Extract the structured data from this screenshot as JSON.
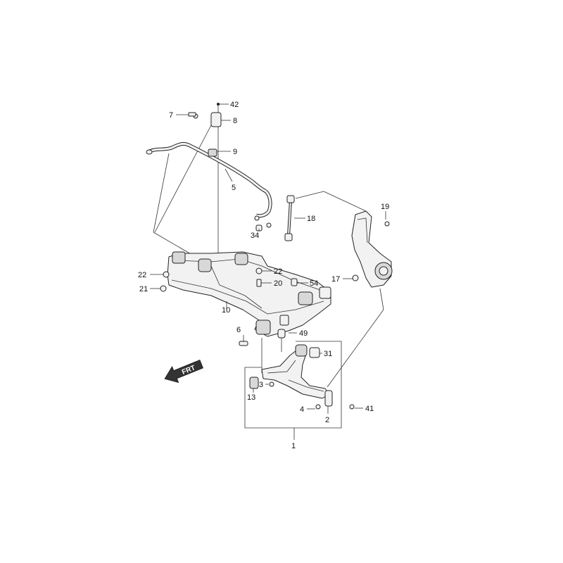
{
  "direction_label": "FRT",
  "callouts": {
    "c1": "1",
    "c2": "2",
    "c3": "3",
    "c4": "4",
    "c5": "5",
    "c6": "6",
    "c7": "7",
    "c8": "8",
    "c9": "9",
    "c10": "10",
    "c13": "13",
    "c17": "17",
    "c18": "18",
    "c19": "19",
    "c20": "20",
    "c21": "21",
    "c22a": "22",
    "c22b": "22",
    "c31": "31",
    "c34": "34",
    "c41": "41",
    "c42": "42",
    "c49": "49",
    "c54": "54"
  }
}
